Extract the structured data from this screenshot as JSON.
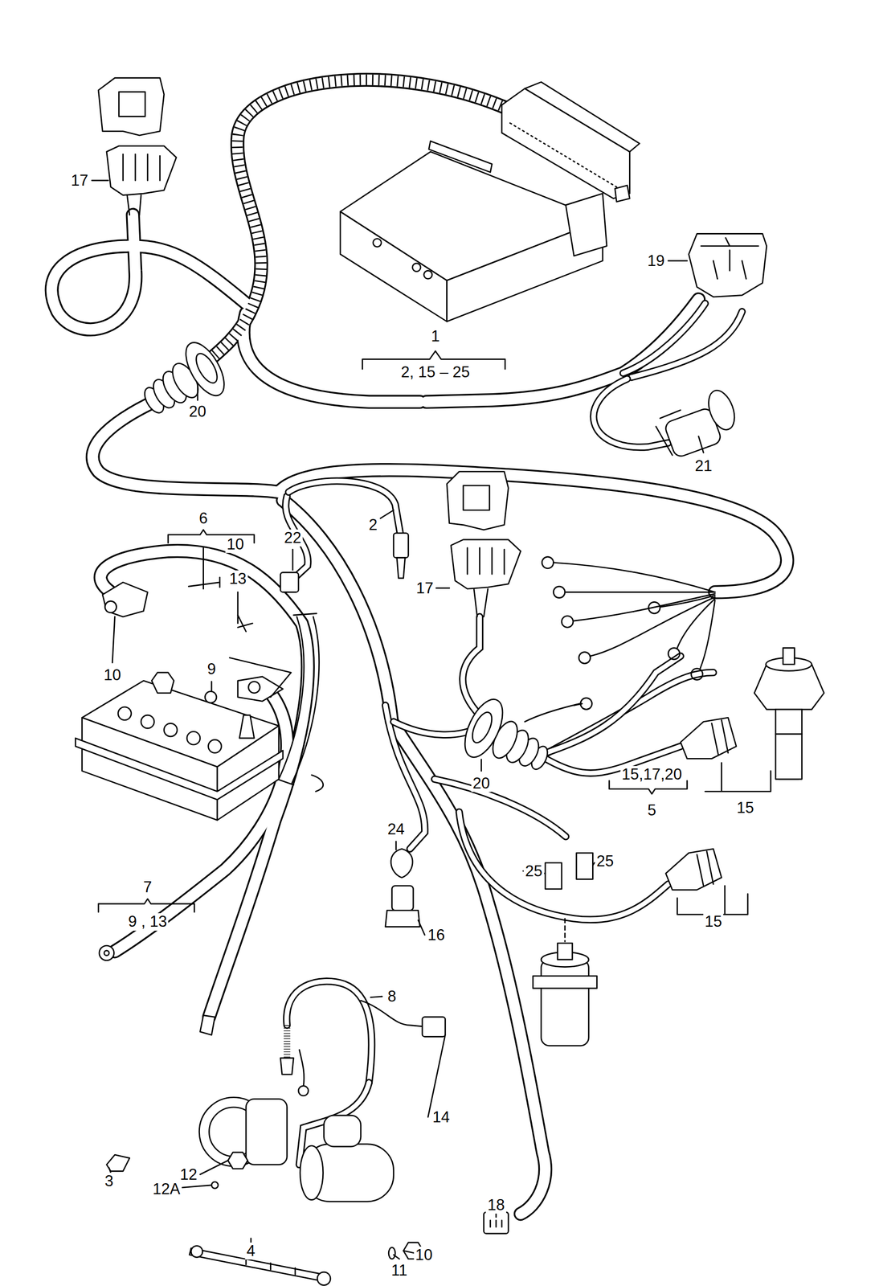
{
  "diagram": {
    "labels": [
      "17",
      "19",
      "1",
      "2, 15 – 25",
      "20",
      "21",
      "6",
      "10",
      "22",
      "2",
      "13",
      "17",
      "10",
      "9",
      "20",
      "15,17,20",
      "5",
      "15",
      "24",
      "25",
      "25",
      "7",
      "9 , 13",
      "16",
      "15",
      "8",
      "14",
      "3",
      "12",
      "12A",
      "18",
      "4",
      "10",
      "11"
    ]
  }
}
